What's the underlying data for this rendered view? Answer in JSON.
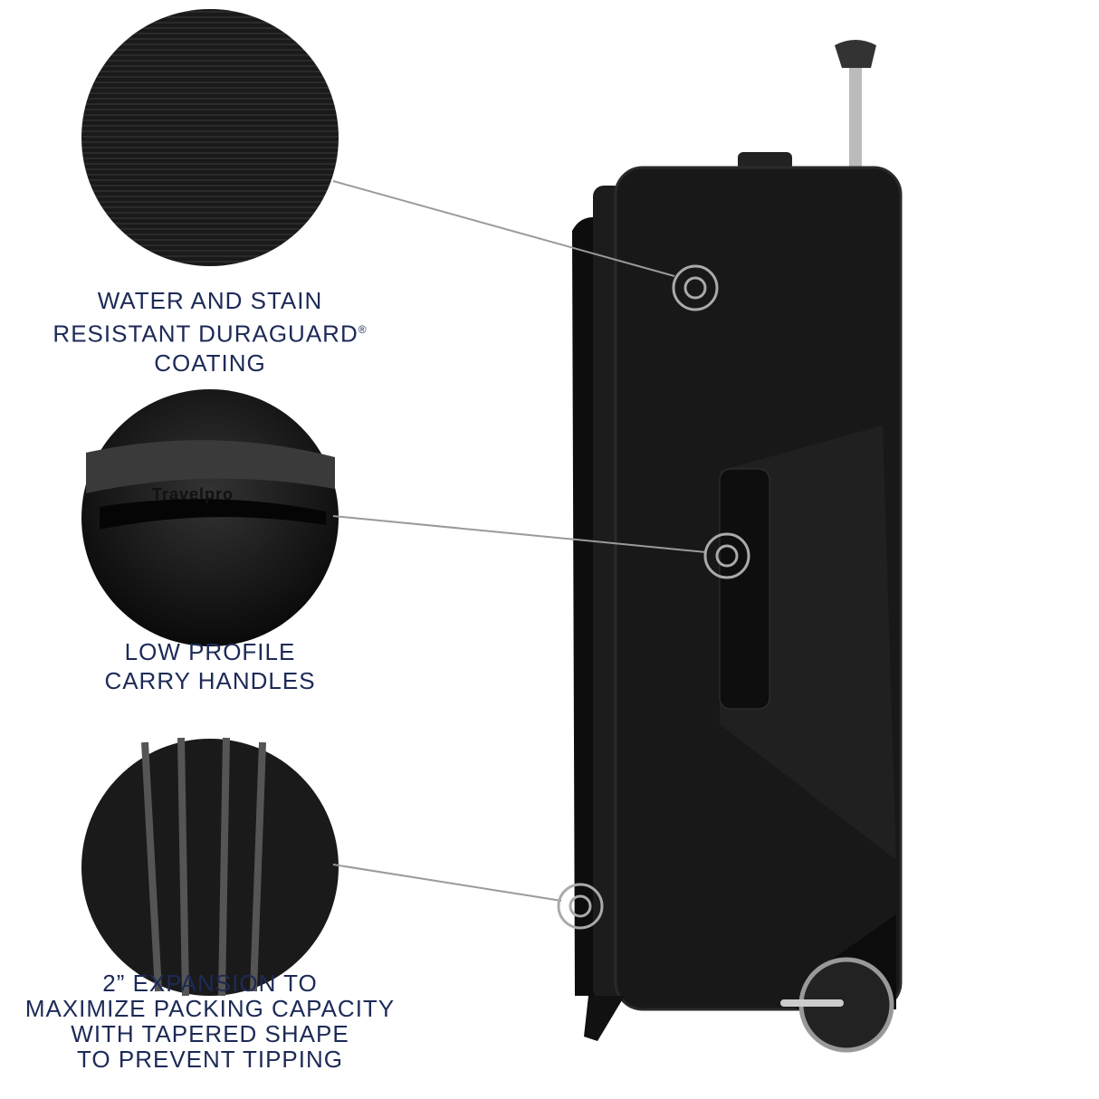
{
  "features": [
    {
      "lines": [
        "WATER AND STAIN",
        "RESISTANT DURAGUARD",
        "COATING"
      ],
      "mark": "®"
    },
    {
      "lines": [
        "LOW PROFILE",
        "CARRY HANDLES"
      ]
    },
    {
      "lines": [
        "2” EXPANSION TO",
        "MAXIMIZE PACKING CAPACITY",
        "WITH TAPERED SHAPE",
        "TO PREVENT TIPPING"
      ]
    }
  ],
  "brand_logo": "Travelpro",
  "colors": {
    "text": "#1d2a57",
    "suitcase": "#151515",
    "callout_line": "#9a9a9a"
  }
}
